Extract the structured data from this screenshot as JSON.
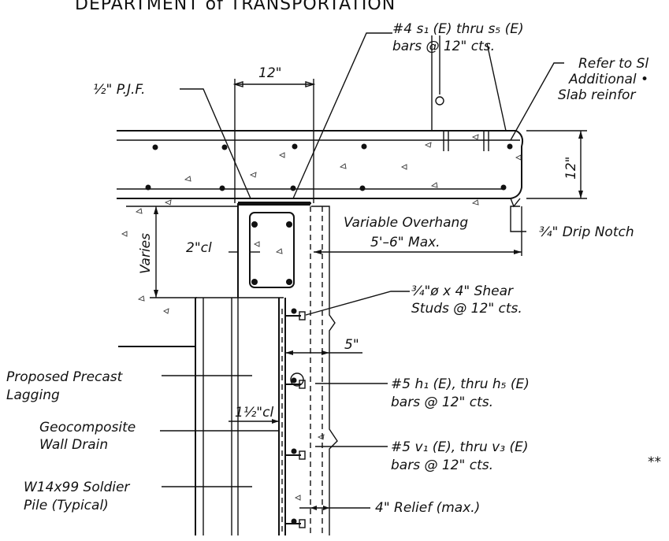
{
  "title": "DEPARTMENT of TRANSPORTATION",
  "labels": {
    "s_bars_line1": "#4 s₁ (E) thru s₅ (E)",
    "s_bars_line2": "bars @ 12\" cts.",
    "refer_line1": "Refer to Sl",
    "refer_line2": "Additional •",
    "refer_line3": "Slab reinfor",
    "dim_12_top": "12\"",
    "pjf": "½\" P.J.F.",
    "dim_12_right": "12\"",
    "variable_line1": "Variable Overhang",
    "variable_line2": "5'–6\" Max.",
    "drip_notch": "¾\" Drip Notch",
    "varies": "Varies",
    "cl_2": "2\"cl",
    "studs_line1": "¾\"ø x 4\" Shear",
    "studs_line2": "Studs @ 12\" cts.",
    "dim_5": "5\"",
    "lagging_line1": "Proposed Precast",
    "lagging_line2": "Lagging",
    "h_bars_line1": "#5 h₁ (E), thru h₅ (E)",
    "h_bars_line2": "bars @ 12\" cts.",
    "cl_1half": "1½\"cl",
    "drain_line1": "Geocomposite",
    "drain_line2": "Wall Drain",
    "v_bars_line1": "#5 v₁ (E), thru v₃ (E)",
    "v_bars_line2": "bars @ 12\" cts.",
    "asterisks": "**",
    "pile_line1": "W14x99 Soldier",
    "pile_line2": "Pile (Typical)",
    "relief": "4\" Relief (max.)"
  }
}
